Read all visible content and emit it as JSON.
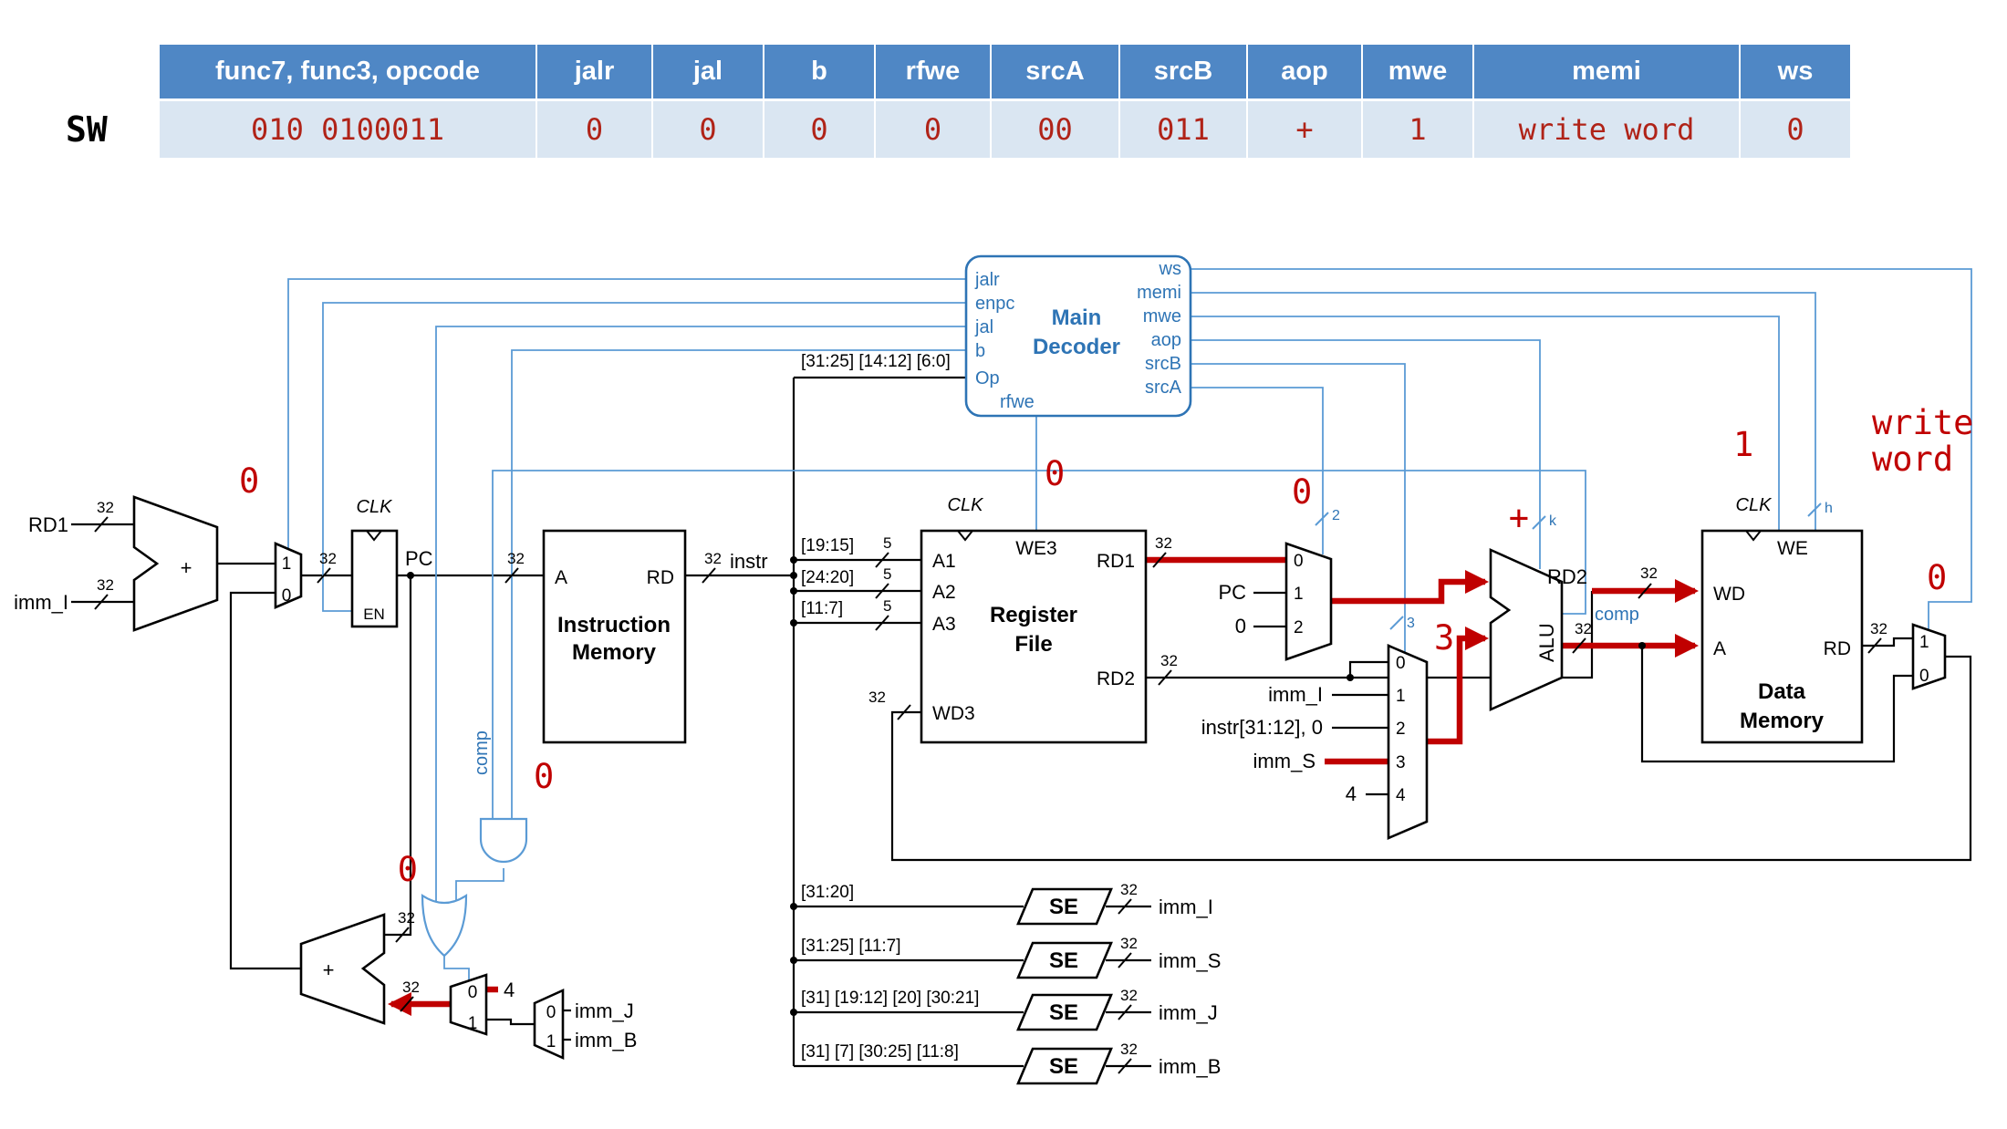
{
  "table": {
    "row_label": "SW",
    "headers": [
      "func7, func3, opcode",
      "jalr",
      "jal",
      "b",
      "rfwe",
      "srcA",
      "srcB",
      "aop",
      "mwe",
      "memi",
      "ws"
    ],
    "values": [
      "010 0100011",
      "0",
      "0",
      "0",
      "0",
      "00",
      "011",
      "+",
      "1",
      "write word",
      "0"
    ]
  },
  "decoder": {
    "title1": "Main",
    "title2": "Decoder",
    "pin_jalr": "jalr",
    "pin_enpc": "enpc",
    "pin_jal": "jal",
    "pin_b": "b",
    "pin_op": "Op",
    "pin_rfwe": "rfwe",
    "pin_ws": "ws",
    "pin_memi": "memi",
    "pin_mwe": "mwe",
    "pin_aop": "aop",
    "pin_srcb": "srcB",
    "pin_srca": "srcA"
  },
  "imem": {
    "title1": "Instruction",
    "title2": "Memory",
    "a": "A",
    "rd": "RD"
  },
  "pc": {
    "clk": "CLK",
    "en": "EN",
    "label": "PC"
  },
  "rf": {
    "title1": "Register",
    "title2": "File",
    "clk": "CLK",
    "we3": "WE3",
    "a1": "A1",
    "a2": "A2",
    "a3": "A3",
    "wd3": "WD3",
    "rd1": "RD1",
    "rd2": "RD2"
  },
  "alu": {
    "label": "ALU",
    "comp": "comp"
  },
  "dmem": {
    "title1": "Data",
    "title2": "Memory",
    "clk": "CLK",
    "we": "WE",
    "wd": "WD",
    "a": "A",
    "rd": "RD"
  },
  "se_label": "SE",
  "slices": {
    "op": "[31:25] [14:12] [6:0]",
    "a1": "[19:15]",
    "a2": "[24:20]",
    "a3": "[11:7]",
    "imm_i": "[31:20]",
    "imm_s": "[31:25] [11:7]",
    "imm_j": "[31] [19:12] [20] [30:21]",
    "imm_b": "[31] [7] [30:25] [11:8]"
  },
  "labels": {
    "rd1": "RD1",
    "imm_i_in": "imm_I",
    "plus": "+",
    "instr": "instr",
    "pc_in_mux": "PC",
    "zero_in_mux": "0",
    "imm_i": "imm_I",
    "instr_31_12": "instr[31:12], 0",
    "imm_s": "imm_S",
    "four": "4",
    "four2": "4",
    "rd2": "RD2",
    "imm_j": "imm_J",
    "imm_b": "imm_B",
    "out_imm_i": "imm_I",
    "out_imm_s": "imm_S",
    "out_imm_j": "imm_J",
    "out_imm_b": "imm_B",
    "comp": "comp"
  },
  "mux": {
    "m0": "0",
    "m1": "1",
    "m2": "2",
    "m3": "3",
    "m4": "4"
  },
  "widths": {
    "w32": "32",
    "w5": "5",
    "w2": "2",
    "w3": "3",
    "wk": "k",
    "wh": "h"
  },
  "annotations": {
    "jalr": "0",
    "b": "0",
    "jal": "0",
    "rfwe": "0",
    "srca": "0",
    "srcb": "3",
    "aop": "+",
    "mwe": "1",
    "memi1": "write",
    "memi2": "word",
    "ws": "0"
  },
  "colors": {
    "header_bg": "#4F87C5",
    "row_bg": "#DAE6F2",
    "value_red": "#B02318",
    "active_red": "#C00000",
    "control_blue": "#5B9BD5",
    "decoder_blue": "#2E74B5",
    "wire": "#000000"
  }
}
